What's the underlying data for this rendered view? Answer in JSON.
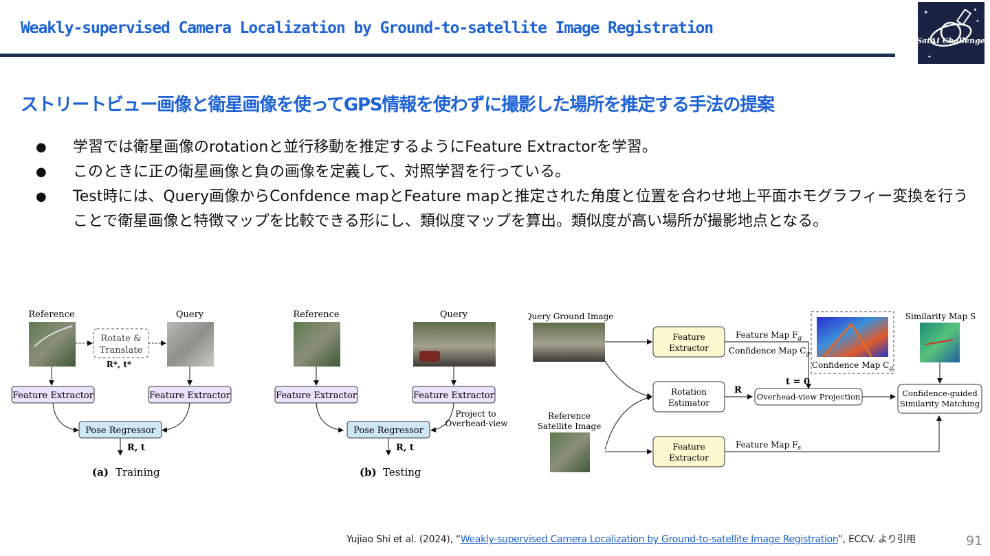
{
  "slide": {
    "title": "Weakly-supervised Camera Localization by Ground-to-satellite Image Registration",
    "logo_text": "SatAI Challenge",
    "subtitle": "ストリートビュー画像と衛星画像を使ってGPS情報を使わずに撮影した場所を推定する手法の提案",
    "bullet_marker": "●",
    "bullets": [
      "学習では衛星画像のrotationと並行移動を推定するようにFeature Extractorを学習。",
      "このときに正の衛星画像と負の画像を定義して、対照学習を行っている。",
      "Test時には、Query画像からConfdence mapとFeature mapと推定された角度と位置を合わせ地上平面ホモグラフィー変換を行うことで衛星画像と特徴マップを比較できる形にし、類似度マップを算出。類似度が高い場所が撮影地点となる。"
    ],
    "page_number": "91"
  },
  "citation": {
    "prefix": "Yujiao Shi et al. (2024), “",
    "link_text": "Weakly-supervised Camera Localization by Ground-to-satellite Image Registration",
    "suffix": "”, ECCV. より引用"
  },
  "figure_a": {
    "reference": "Reference",
    "query": "Query",
    "rotate1": "Rotate &",
    "rotate2": "Translate",
    "rt_star": "R*, t*",
    "fe_left": "Feature Extractor",
    "fe_right": "Feature Extractor",
    "pose": "Pose Regressor",
    "out": "R, t",
    "caption_tag": "(a)",
    "caption": "Training"
  },
  "figure_b": {
    "reference": "Reference",
    "query": "Query",
    "fe_left": "Feature Extractor",
    "fe_right": "Feature Extractor",
    "project1": "Project to",
    "project2": "Overhead-view",
    "pose": "Pose Regressor",
    "out": "R, t",
    "caption_tag": "(b)",
    "caption": "Testing"
  },
  "figure_c": {
    "query_ground": "Query Ground Image",
    "ref_sat1": "Reference",
    "ref_sat2": "Satellite Image",
    "fe1_a": "Feature",
    "fe1_b": "Extractor",
    "rot_a": "Rotation",
    "rot_b": "Estimator",
    "fe2_a": "Feature",
    "fe2_b": "Extractor",
    "fmap_g": "Feature Map F",
    "fmap_g_sub": "g",
    "cmap_g": "Confidence Map C",
    "cmap_g_sub": "g",
    "conf_caption": "Confidence Map C",
    "conf_caption_sub": "g",
    "r_label": "R",
    "t0": "t = 0",
    "overhead": "Overhead-view Projection",
    "fmap_s": "Feature Map F",
    "fmap_s_sub": "s",
    "sim_map": "Similarity Map S",
    "cgsm_a": "Confidence-guided",
    "cgsm_b": "Similarity Matching"
  },
  "colors": {
    "title_blue": "#1e63d6",
    "rule_navy": "#1b3152",
    "box_purple": "#ece2fb",
    "box_blue": "#cfe6f7",
    "box_yellow": "#fdf8cf"
  }
}
